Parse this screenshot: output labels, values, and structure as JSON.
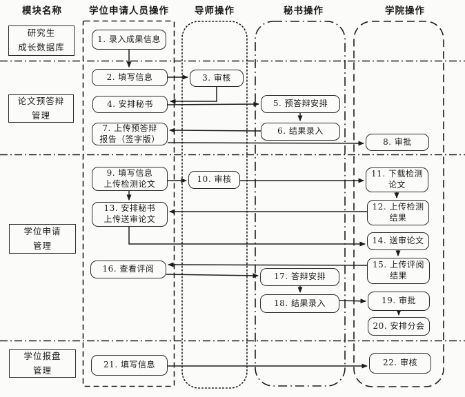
{
  "headers": {
    "modules": "模块名称",
    "applicant": "学位申请人员操作",
    "mentor": "导师操作",
    "secretary": "秘书操作",
    "college": "学院操作"
  },
  "modules": [
    {
      "label": "研究生\n成长数据库"
    },
    {
      "label": "论文预答辩\n管理"
    },
    {
      "label": "学位申请\n管理"
    },
    {
      "label": "学位报盘\n管理"
    }
  ],
  "steps": [
    {
      "label": "1. 录入成果信息"
    },
    {
      "label": "2. 填写信息"
    },
    {
      "label": "3. 审核"
    },
    {
      "label": "4. 安排秘书"
    },
    {
      "label": "5. 预答辩安排"
    },
    {
      "label": "6. 结果录入"
    },
    {
      "label": "7. 上传预答辩\n报告（签字版）"
    },
    {
      "label": "8. 审批"
    },
    {
      "label": "9. 填写信息\n上传检测论文"
    },
    {
      "label": "10. 审核"
    },
    {
      "label": "11. 下载检测\n论文"
    },
    {
      "label": "12. 上传检测\n结果"
    },
    {
      "label": "13. 安排秘书\n上传送审论文"
    },
    {
      "label": "14. 送审论文"
    },
    {
      "label": "15. 上传评阅\n结果"
    },
    {
      "label": "16. 查看评阅"
    },
    {
      "label": "17. 答辩安排"
    },
    {
      "label": "18. 结果录入"
    },
    {
      "label": "19. 审批"
    },
    {
      "label": "20. 安排分会"
    },
    {
      "label": "21. 填写信息"
    },
    {
      "label": "22. 审核"
    }
  ],
  "colors": {
    "line": "#1c1c1c",
    "box_border": "#2b2b2b",
    "background": "#fbfbf9",
    "text": "#1a1a1a"
  }
}
